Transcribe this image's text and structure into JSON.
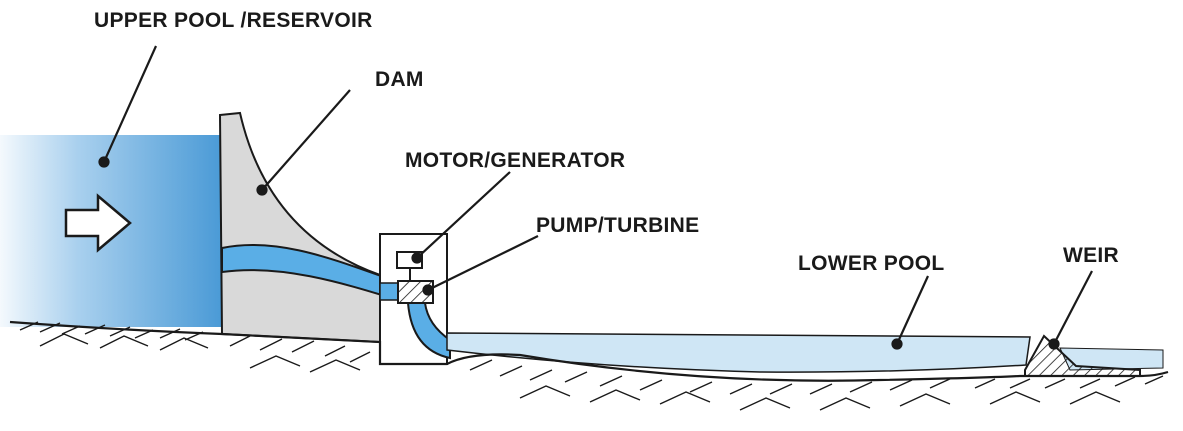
{
  "diagram": {
    "labels": {
      "upper_pool": "UPPER POOL /RESERVOIR",
      "dam": "DAM",
      "motor_generator": "MOTOR/GENERATOR",
      "pump_turbine": "PUMP/TURBINE",
      "lower_pool": "LOWER POOL",
      "weir": "WEIR"
    },
    "colors": {
      "water_deep": "#4a9ad6",
      "water_light": "#cfe6f5",
      "dam_fill": "#d9d9d9",
      "outline": "#1a1a1a",
      "pipe": "#5aaee6"
    },
    "icons": {
      "flow_arrow": "right-arrow-icon"
    }
  }
}
